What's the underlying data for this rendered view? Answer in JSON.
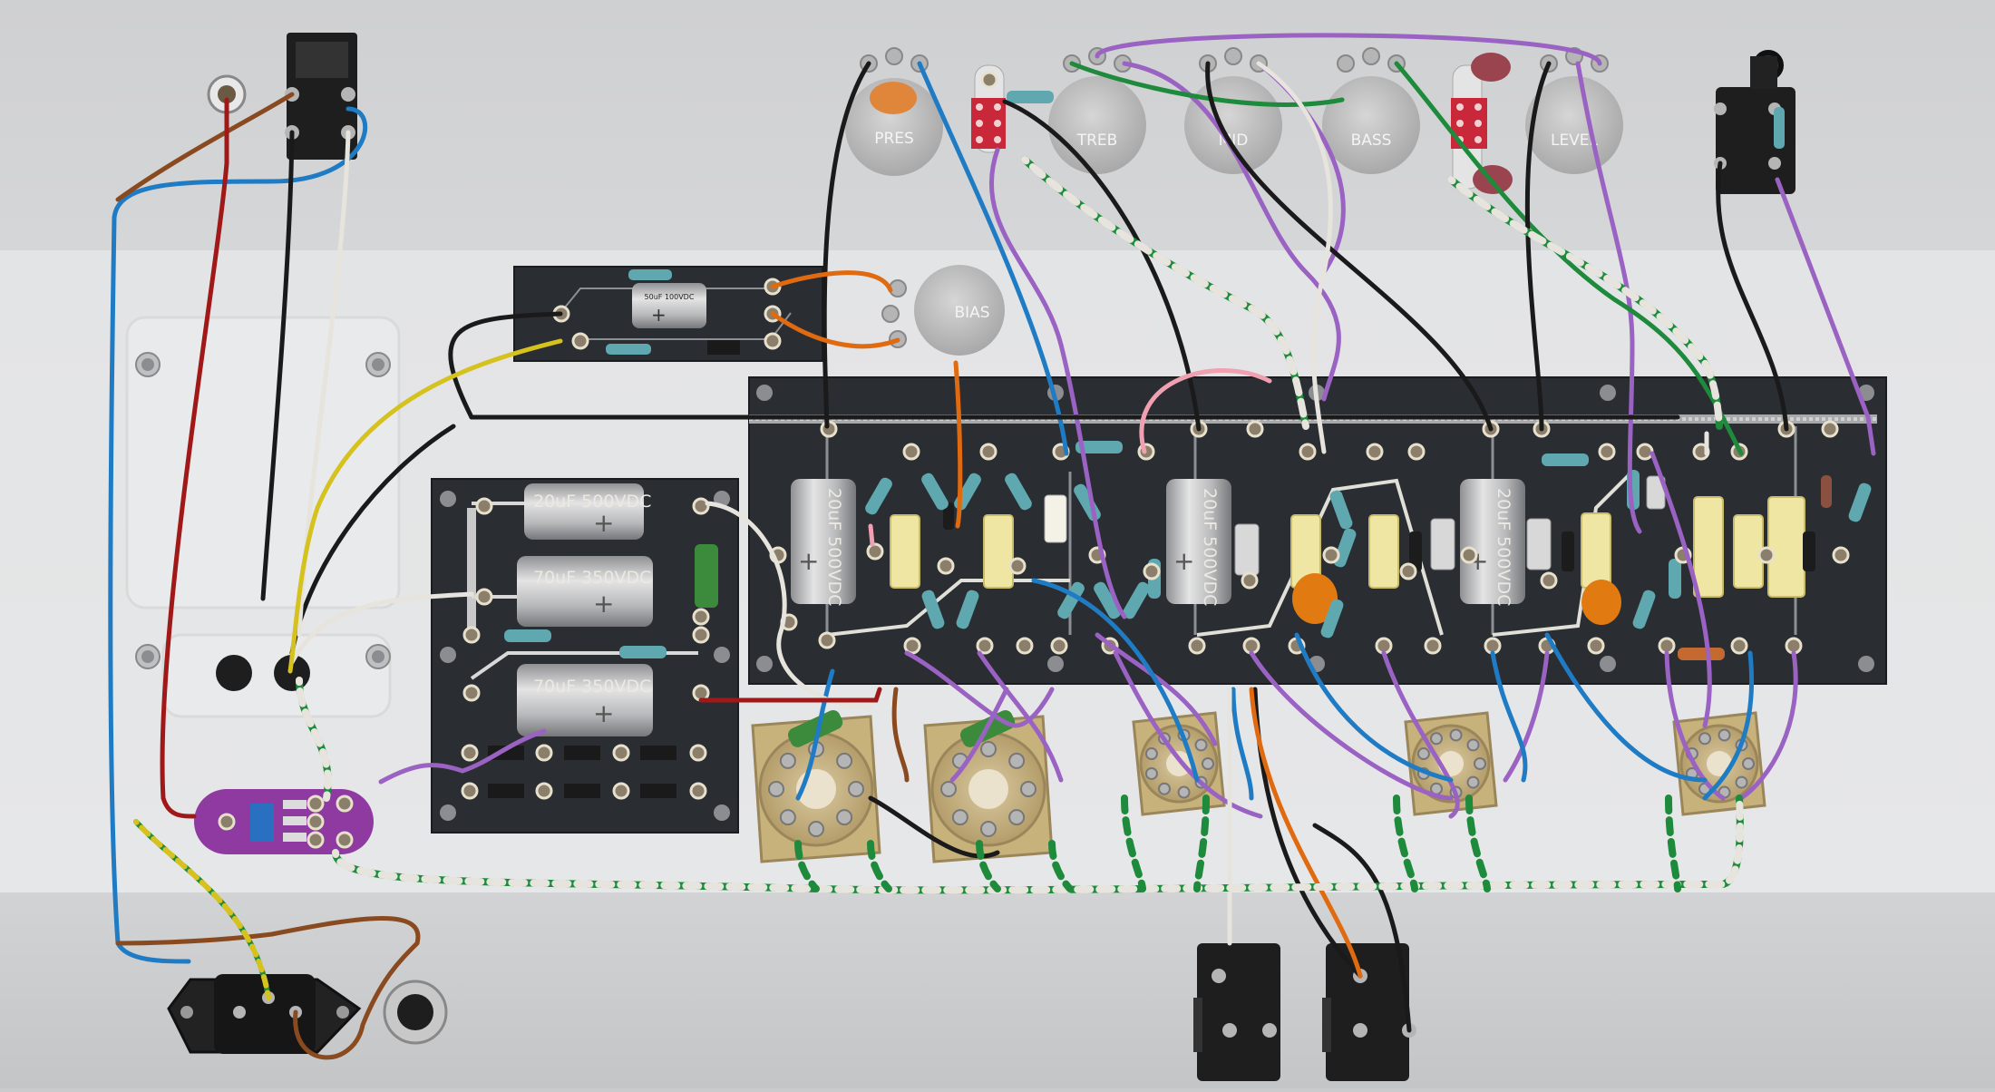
{
  "pots": [
    {
      "label": "PRES"
    },
    {
      "label": "TREB"
    },
    {
      "label": "MID"
    },
    {
      "label": "BASS"
    },
    {
      "label": "LEVEL"
    },
    {
      "label": "BIAS"
    }
  ],
  "filter_caps": [
    {
      "label": "20uF 500VDC"
    },
    {
      "label": "70uF 350VDC"
    },
    {
      "label": "70uF 350VDC"
    },
    {
      "label": "50uF 100VDC"
    }
  ],
  "board_caps": [
    {
      "label": "20uF 500VDC"
    },
    {
      "label": "20uF 500VDC"
    },
    {
      "label": "20uF 500VDC"
    }
  ],
  "colors": {
    "chassis": "#c9cbcd",
    "board": "#2a2d31",
    "wire_purple": "#9a62c2",
    "wire_blue": "#1f7cc4",
    "wire_green": "#1e8a3c",
    "wire_black": "#1a1a1a",
    "wire_white": "#e6e4dc",
    "wire_brown": "#8a4a20",
    "wire_red": "#a01818",
    "wire_yellow": "#d6c21e",
    "wire_orange": "#e06a10",
    "wire_pink": "#f0a0b0"
  }
}
